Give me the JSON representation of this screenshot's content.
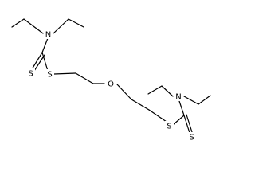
{
  "atoms": [
    {
      "id": "N1",
      "label": "N"
    },
    {
      "id": "S1a",
      "label": "S"
    },
    {
      "id": "S1b",
      "label": "S"
    },
    {
      "id": "O",
      "label": "O"
    },
    {
      "id": "N2",
      "label": "N"
    },
    {
      "id": "S2a",
      "label": "S"
    },
    {
      "id": "S2b",
      "label": "S"
    }
  ],
  "colors": {
    "bond": "#000000",
    "label": "#000000",
    "background": "#ffffff"
  }
}
